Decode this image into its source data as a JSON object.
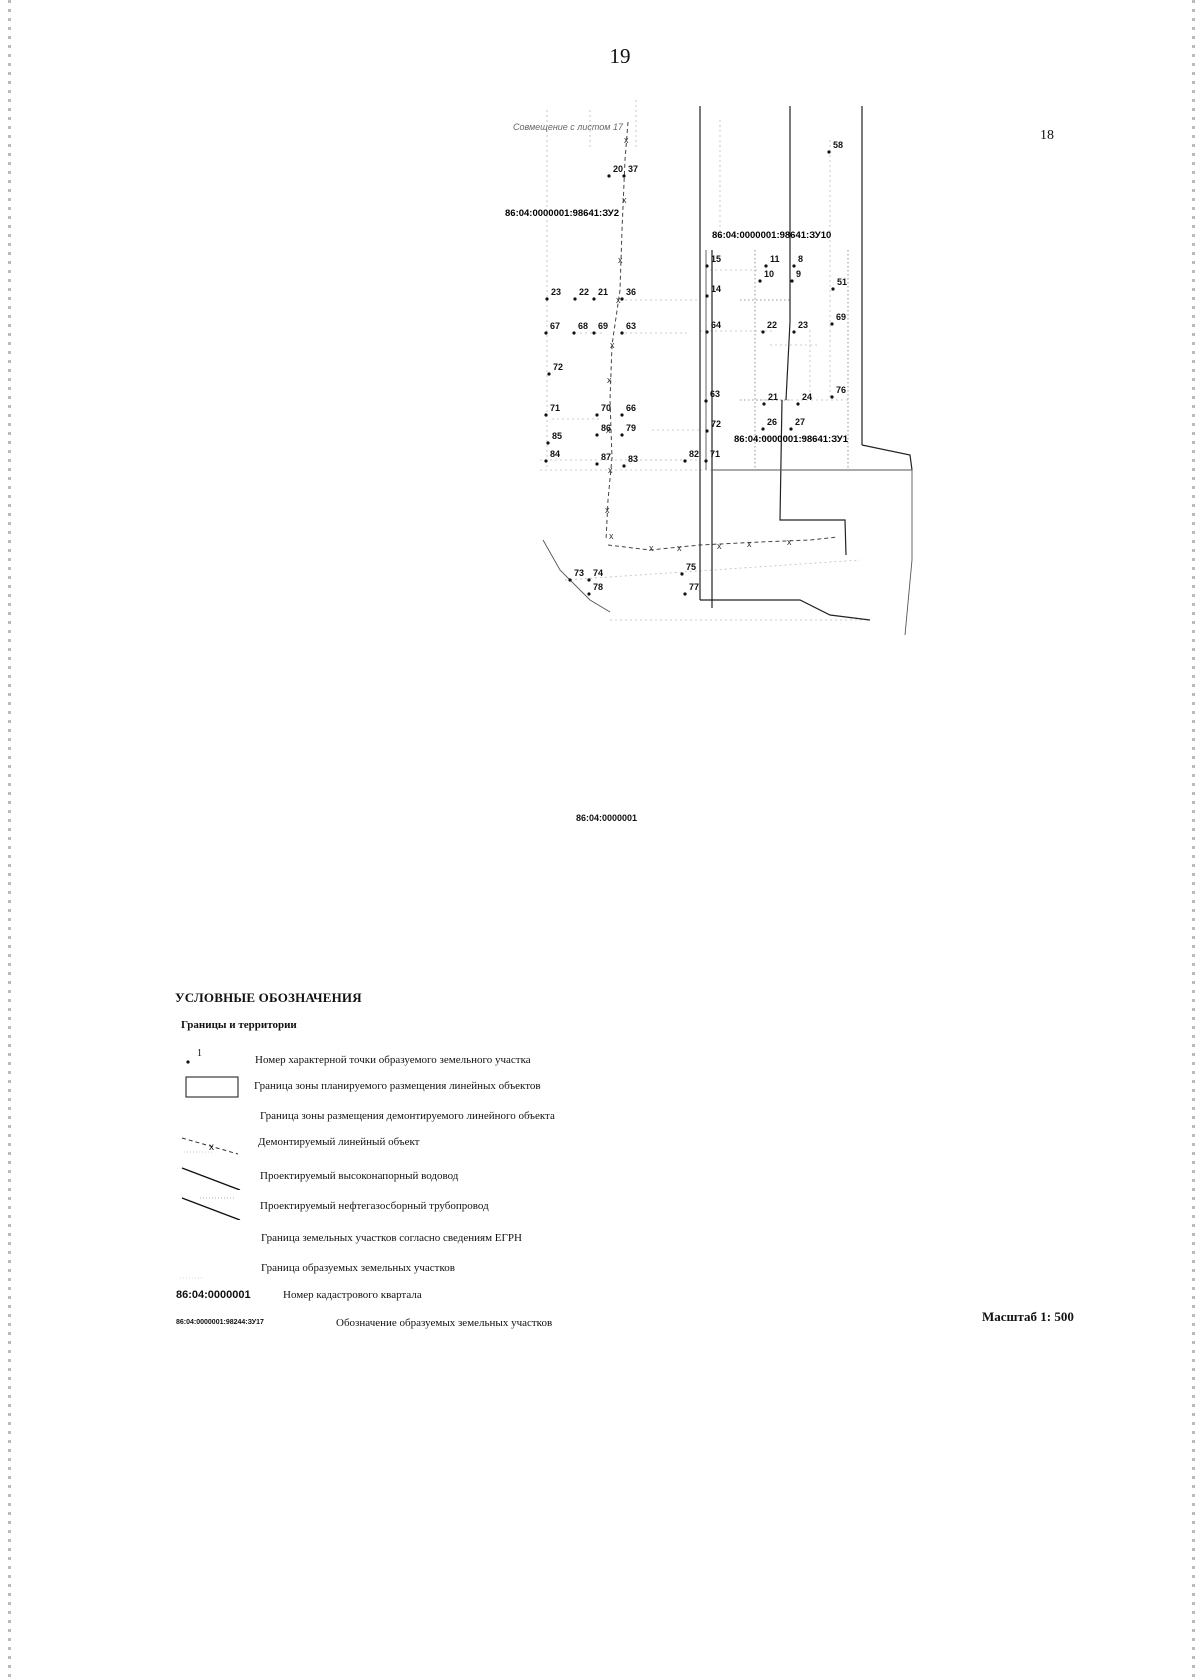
{
  "page": {
    "number": "19",
    "side_number": "18"
  },
  "map": {
    "top_note": "Совмещение с листом 17",
    "quarter": "86:04:0000001",
    "parcels": [
      {
        "id": "zu2",
        "label": "86:04:0000001:98641:ЗУ2"
      },
      {
        "id": "zu10",
        "label": "86:04:0000001:98641:ЗУ10"
      },
      {
        "id": "zu1",
        "label": "86:04:0000001:98641:ЗУ1"
      }
    ],
    "points": [
      "58",
      "20",
      "37",
      "15",
      "11",
      "8",
      "10",
      "9",
      "51",
      "23",
      "22",
      "21",
      "36",
      "14",
      "67",
      "68",
      "69",
      "63",
      "64",
      "22",
      "23",
      "69",
      "72",
      "71",
      "70",
      "66",
      "63",
      "21",
      "24",
      "76",
      "86",
      "79",
      "85",
      "72",
      "26",
      "27",
      "84",
      "87",
      "83",
      "82",
      "71",
      "73",
      "74",
      "78",
      "75",
      "77"
    ]
  },
  "legend": {
    "title": "УСЛОВНЫЕ ОБОЗНАЧЕНИЯ",
    "subtitle": "Границы и территории",
    "point_sample_label": "1",
    "items": [
      {
        "id": "point",
        "label": "Номер характерной точки образуемого земельного участка"
      },
      {
        "id": "zone",
        "label": "Граница зоны планируемого размещения линейных объектов"
      },
      {
        "id": "demolish-zone",
        "label": "Граница зоны размещения демонтируемого линейного объекта"
      },
      {
        "id": "demolish-object",
        "label": "Демонтируемый линейный объект"
      },
      {
        "id": "water-pipe",
        "label": "Проектируемый высоконапорный водовод"
      },
      {
        "id": "oil-pipe",
        "label": "Проектируемый нефтегазосборный трубопровод"
      },
      {
        "id": "egrn",
        "label": "Граница земельных участков согласно сведениям ЕГРН"
      },
      {
        "id": "formed",
        "label": "Граница образуемых земельных участков"
      },
      {
        "id": "quarter",
        "code": "86:04:0000001",
        "label": "Номер кадастрового квартала"
      },
      {
        "id": "parcel-code",
        "code": "86:04:0000001:98244:ЗУ17",
        "label": "Обозначение образуемых земельных участков"
      }
    ]
  },
  "scale": "Масштаб 1: 500"
}
